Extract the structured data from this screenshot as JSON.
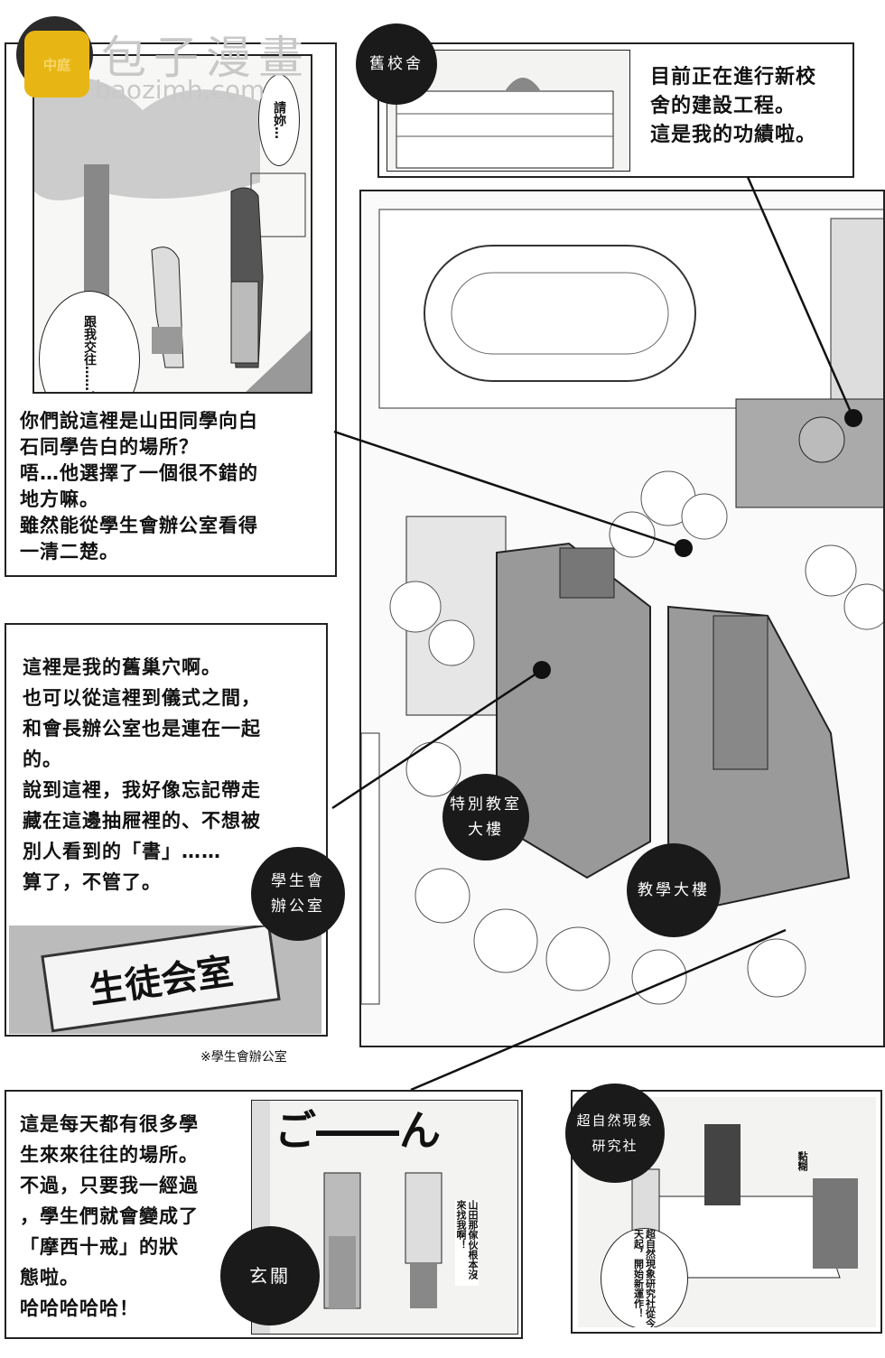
{
  "watermark": {
    "brand_cn": "包子漫畫",
    "brand_url": "baozimh.com",
    "logo_text": "中庭"
  },
  "panel_confession": {
    "bubble_1": "請妳…",
    "bubble_2": "跟我交往……！"
  },
  "note_confession": "你們說這裡是山田同學向白\n石同學告白的場所？\n唔…他選擇了一個很不錯的\n地方嘛。\n雖然能從學生會辦公室看得\n一清二楚。",
  "old_building": {
    "label": "舊校舍",
    "note": "目前正在進行新校\n舍的建設工程。\n這是我的功績啦。"
  },
  "note_office": "這裡是我的舊巢穴啊。\n也可以從這裡到儀式之間，\n和會長辦公室也是連在一起\n的。\n說到這裡，我好像忘記帶走\n藏在這邊抽屜裡的、不想被\n別人看到的「書」……\n算了，不管了。",
  "plaque": {
    "text": "生徒会室",
    "caption": "※學生會辦公室"
  },
  "map_labels": {
    "student_council": "學生會\n辦公室",
    "special_building": "特別教室\n大樓",
    "classroom_building": "教學大樓"
  },
  "note_entrance": "這是每天都有很多學\n生來來往往的場所。\n不過，只要我一經過\n，學生們就會變成了\n「摩西十戒」的狀\n態啦。\n哈哈哈哈哈！",
  "panel_entrance": {
    "label": "玄關",
    "sfx": "ご――ん",
    "bubble": "山田那傢伙根本沒來找我啊！"
  },
  "panel_club": {
    "label": "超自然現象\n研究社",
    "bubble": "超自然現象研究社從今天起，開始新運作！",
    "sfx": "黏糊"
  },
  "colors": {
    "ink": "#1a1a1a",
    "paper": "#ffffff",
    "logo_yellow": "#e8b614",
    "logo_dark": "#2b2b2b",
    "watermark_gray": "#c8c8c8"
  }
}
